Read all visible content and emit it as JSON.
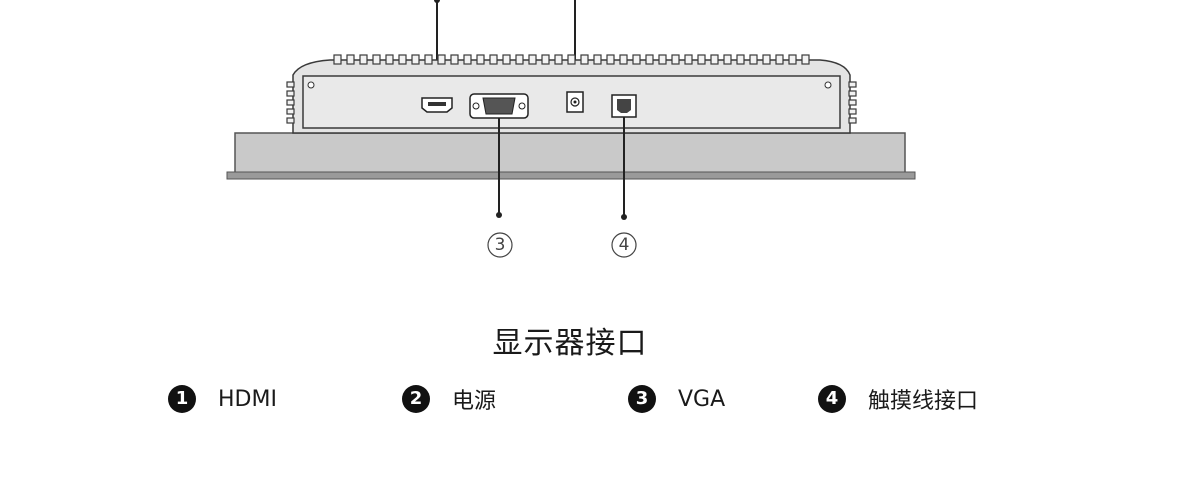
{
  "diagram": {
    "title": "显示器接口",
    "callouts": [
      {
        "number": "3"
      },
      {
        "number": "4"
      }
    ]
  },
  "legend": [
    {
      "number": "1",
      "label": "HDMI"
    },
    {
      "number": "2",
      "label": "电源"
    },
    {
      "number": "3",
      "label": "VGA"
    },
    {
      "number": "4",
      "label": "触摸线接口"
    }
  ],
  "colors": {
    "panel_fill": "#e9e9e9",
    "panel_stroke": "#3a3a3a",
    "bezel_fill": "#c9c9c9",
    "legend_badge": "#111111"
  }
}
